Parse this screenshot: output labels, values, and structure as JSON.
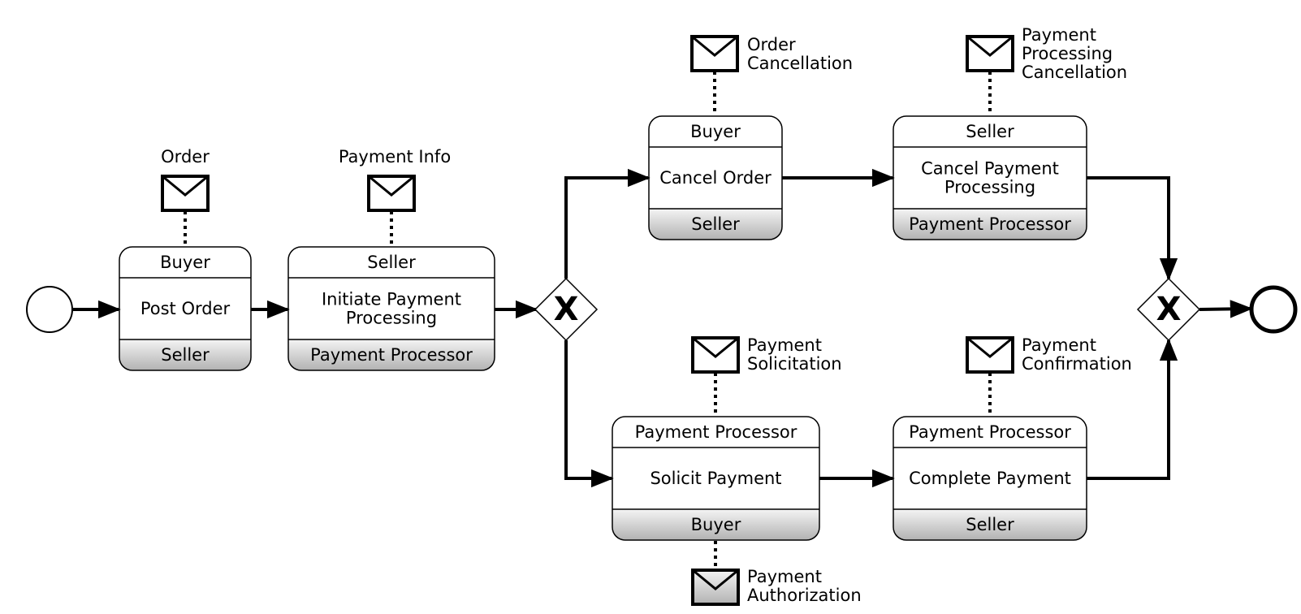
{
  "tasks": [
    {
      "id": "post-order",
      "initiator": "Buyer",
      "name_lines": [
        "Post Order"
      ],
      "participant": "Seller"
    },
    {
      "id": "initiate-payment",
      "initiator": "Seller",
      "name_lines": [
        "Initiate Payment",
        "Processing"
      ],
      "participant": "Payment Processor"
    },
    {
      "id": "cancel-order",
      "initiator": "Buyer",
      "name_lines": [
        "Cancel Order"
      ],
      "participant": "Seller"
    },
    {
      "id": "cancel-payment",
      "initiator": "Seller",
      "name_lines": [
        "Cancel Payment",
        "Processing"
      ],
      "participant": "Payment Processor"
    },
    {
      "id": "solicit-payment",
      "initiator": "Payment Processor",
      "name_lines": [
        "Solicit Payment"
      ],
      "participant": "Buyer"
    },
    {
      "id": "complete-payment",
      "initiator": "Payment Processor",
      "name_lines": [
        "Complete Payment"
      ],
      "participant": "Seller"
    }
  ],
  "messages": [
    {
      "id": "order",
      "label_lines": [
        "Order"
      ],
      "shaded": false
    },
    {
      "id": "payment-info",
      "label_lines": [
        "Payment Info"
      ],
      "shaded": false
    },
    {
      "id": "order-cancellation",
      "label_lines": [
        "Order",
        "Cancellation"
      ],
      "shaded": false
    },
    {
      "id": "payment-processing-cancellation",
      "label_lines": [
        "Payment",
        "Processing",
        "Cancellation"
      ],
      "shaded": false
    },
    {
      "id": "payment-solicitation",
      "label_lines": [
        "Payment",
        "Solicitation"
      ],
      "shaded": false
    },
    {
      "id": "payment-confirmation",
      "label_lines": [
        "Payment",
        "Confirmation"
      ],
      "shaded": false
    },
    {
      "id": "payment-authorization",
      "label_lines": [
        "Payment",
        "Authorization"
      ],
      "shaded": true
    }
  ],
  "gateways": [
    {
      "id": "split",
      "type": "exclusive",
      "marker": "X"
    },
    {
      "id": "join",
      "type": "exclusive",
      "marker": "X"
    }
  ],
  "events": [
    {
      "id": "start",
      "type": "start"
    },
    {
      "id": "end",
      "type": "end"
    }
  ],
  "colors": {
    "stroke": "#000000",
    "task_fill": "#ffffff",
    "band_shade_light": "#f2f2f2",
    "band_shade_dark": "#b4b4b4"
  }
}
